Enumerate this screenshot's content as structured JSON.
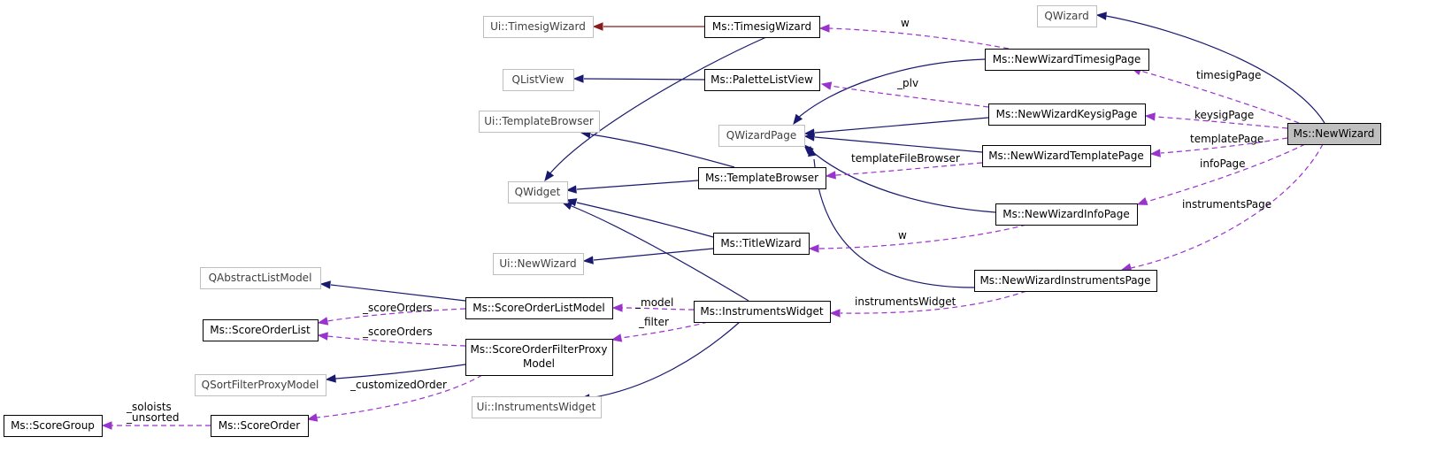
{
  "diagram": {
    "nodes": [
      {
        "id": "qwizard",
        "label": "QWizard",
        "kind": "ext"
      },
      {
        "id": "ui-timesigwizard",
        "label": "Ui::TimesigWizard",
        "kind": "ext"
      },
      {
        "id": "ms-timesigwizard",
        "label": "Ms::TimesigWizard",
        "kind": "doc"
      },
      {
        "id": "qlistview",
        "label": "QListView",
        "kind": "ext"
      },
      {
        "id": "ms-palettelistview",
        "label": "Ms::PaletteListView",
        "kind": "doc"
      },
      {
        "id": "ms-newwizardtimesigpage",
        "label": "Ms::NewWizardTimesigPage",
        "kind": "doc"
      },
      {
        "id": "ui-templatebrowser",
        "label": "Ui::TemplateBrowser",
        "kind": "ext"
      },
      {
        "id": "qwizardpage",
        "label": "QWizardPage",
        "kind": "ext"
      },
      {
        "id": "ms-newwizardkeysigpage",
        "label": "Ms::NewWizardKeysigPage",
        "kind": "doc"
      },
      {
        "id": "ms-newwizard",
        "label": "Ms::NewWizard",
        "kind": "focus"
      },
      {
        "id": "ms-newwizardtemplatepage",
        "label": "Ms::NewWizardTemplatePage",
        "kind": "doc"
      },
      {
        "id": "qwidget",
        "label": "QWidget",
        "kind": "ext"
      },
      {
        "id": "ms-templatebrowser",
        "label": "Ms::TemplateBrowser",
        "kind": "doc"
      },
      {
        "id": "ms-newwizardinfopage",
        "label": "Ms::NewWizardInfoPage",
        "kind": "doc"
      },
      {
        "id": "ui-newwizard",
        "label": "Ui::NewWizard",
        "kind": "ext"
      },
      {
        "id": "ms-titlewizard",
        "label": "Ms::TitleWizard",
        "kind": "doc"
      },
      {
        "id": "qabstractlistmodel",
        "label": "QAbstractListModel",
        "kind": "ext"
      },
      {
        "id": "ms-newwizardinstrumentspage",
        "label": "Ms::NewWizardInstrumentsPage",
        "kind": "doc"
      },
      {
        "id": "ms-scoreorderlistmodel",
        "label": "Ms::ScoreOrderListModel",
        "kind": "doc"
      },
      {
        "id": "ms-instrumentswidget",
        "label": "Ms::InstrumentsWidget",
        "kind": "doc"
      },
      {
        "id": "ms-scoreorderlist",
        "label": "Ms::ScoreOrderList",
        "kind": "doc"
      },
      {
        "id": "ms-scoreorderfilterproxymodel",
        "label": "Ms::ScoreOrderFilterProxy",
        "label2": "Model",
        "kind": "doc"
      },
      {
        "id": "qsortfilterproxymodel",
        "label": "QSortFilterProxyModel",
        "kind": "ext"
      },
      {
        "id": "ui-instrumentswidget",
        "label": "Ui::InstrumentsWidget",
        "kind": "ext"
      },
      {
        "id": "ms-scoregroup",
        "label": "Ms::ScoreGroup",
        "kind": "doc"
      },
      {
        "id": "ms-scoreorder",
        "label": "Ms::ScoreOrder",
        "kind": "doc"
      }
    ],
    "edges": [
      {
        "id": "e1",
        "from": "ms-newwizard",
        "to": "qwizard",
        "type": "inh"
      },
      {
        "id": "e2",
        "from": "ms-timesigwizard",
        "to": "ui-timesigwizard",
        "type": "ui"
      },
      {
        "id": "e3",
        "from": "ms-timesigwizard",
        "to": "qwidget",
        "type": "inh"
      },
      {
        "id": "e4",
        "from": "ms-palettelistview",
        "to": "qlistview",
        "type": "inh"
      },
      {
        "id": "e5",
        "from": "ms-newwizardtimesigpage",
        "to": "ms-timesigwizard",
        "type": "use",
        "label": "w"
      },
      {
        "id": "e6",
        "from": "ms-newwizardtimesigpage",
        "to": "qwizardpage",
        "type": "inh"
      },
      {
        "id": "e7",
        "from": "ms-newwizardkeysigpage",
        "to": "ms-palettelistview",
        "type": "use",
        "label": "_plv"
      },
      {
        "id": "e8",
        "from": "ms-newwizardkeysigpage",
        "to": "qwizardpage",
        "type": "inh"
      },
      {
        "id": "e9",
        "from": "ms-newwizardtemplatepage",
        "to": "qwizardpage",
        "type": "inh"
      },
      {
        "id": "e10",
        "from": "ms-newwizardinfopage",
        "to": "qwizardpage",
        "type": "inh"
      },
      {
        "id": "e11",
        "from": "ms-newwizardinstrumentspage",
        "to": "qwizardpage",
        "type": "inh"
      },
      {
        "id": "e12",
        "from": "ms-newwizard",
        "to": "ms-newwizardtimesigpage",
        "type": "use",
        "label": "timesigPage"
      },
      {
        "id": "e13",
        "from": "ms-newwizard",
        "to": "ms-newwizardkeysigpage",
        "type": "use",
        "label": "keysigPage"
      },
      {
        "id": "e14",
        "from": "ms-newwizard",
        "to": "ms-newwizardtemplatepage",
        "type": "use",
        "label": "templatePage"
      },
      {
        "id": "e15",
        "from": "ms-newwizard",
        "to": "ms-newwizardinfopage",
        "type": "use",
        "label": "infoPage"
      },
      {
        "id": "e16",
        "from": "ms-newwizard",
        "to": "ms-newwizardinstrumentspage",
        "type": "use",
        "label": "instrumentsPage"
      },
      {
        "id": "e17",
        "from": "ms-templatebrowser",
        "to": "ui-templatebrowser",
        "type": "inh"
      },
      {
        "id": "e18",
        "from": "ms-templatebrowser",
        "to": "qwidget",
        "type": "inh"
      },
      {
        "id": "e19",
        "from": "ms-newwizardtemplatepage",
        "to": "ms-templatebrowser",
        "type": "use",
        "label": "templateFileBrowser"
      },
      {
        "id": "e20",
        "from": "ms-titlewizard",
        "to": "qwidget",
        "type": "inh"
      },
      {
        "id": "e21",
        "from": "ms-titlewizard",
        "to": "ui-newwizard",
        "type": "inh"
      },
      {
        "id": "e22",
        "from": "ms-newwizardinfopage",
        "to": "ms-titlewizard",
        "type": "use",
        "label": "w"
      },
      {
        "id": "e23",
        "from": "ms-instrumentswidget",
        "to": "qwidget",
        "type": "inh"
      },
      {
        "id": "e24",
        "from": "ms-instrumentswidget",
        "to": "ui-instrumentswidget",
        "type": "inh"
      },
      {
        "id": "e25",
        "from": "ms-newwizardinstrumentspage",
        "to": "ms-instrumentswidget",
        "type": "use",
        "label": "instrumentsWidget"
      },
      {
        "id": "e26",
        "from": "ms-scoreorderlistmodel",
        "to": "qabstractlistmodel",
        "type": "inh"
      },
      {
        "id": "e27",
        "from": "ms-scoreorderlistmodel",
        "to": "ms-scoreorderlist",
        "type": "use",
        "label": "_scoreOrders"
      },
      {
        "id": "e28",
        "from": "ms-instrumentswidget",
        "to": "ms-scoreorderlistmodel",
        "type": "use",
        "label": "_model"
      },
      {
        "id": "e29",
        "from": "ms-scoreorderfilterproxymodel",
        "to": "ms-scoreorderlist",
        "type": "use",
        "label": "_scoreOrders"
      },
      {
        "id": "e30",
        "from": "ms-scoreorderfilterproxymodel",
        "to": "qsortfilterproxymodel",
        "type": "inh"
      },
      {
        "id": "e31",
        "from": "ms-instrumentswidget",
        "to": "ms-scoreorderfilterproxymodel",
        "type": "use",
        "label": "_filter"
      },
      {
        "id": "e32",
        "from": "ms-scoreorderfilterproxymodel",
        "to": "ms-scoreorder",
        "type": "use",
        "label": "_customizedOrder"
      },
      {
        "id": "e33",
        "from": "ms-scoreorder",
        "to": "ms-scoregroup",
        "type": "use",
        "label": "_soloists",
        "label2": "_unsorted"
      }
    ]
  }
}
